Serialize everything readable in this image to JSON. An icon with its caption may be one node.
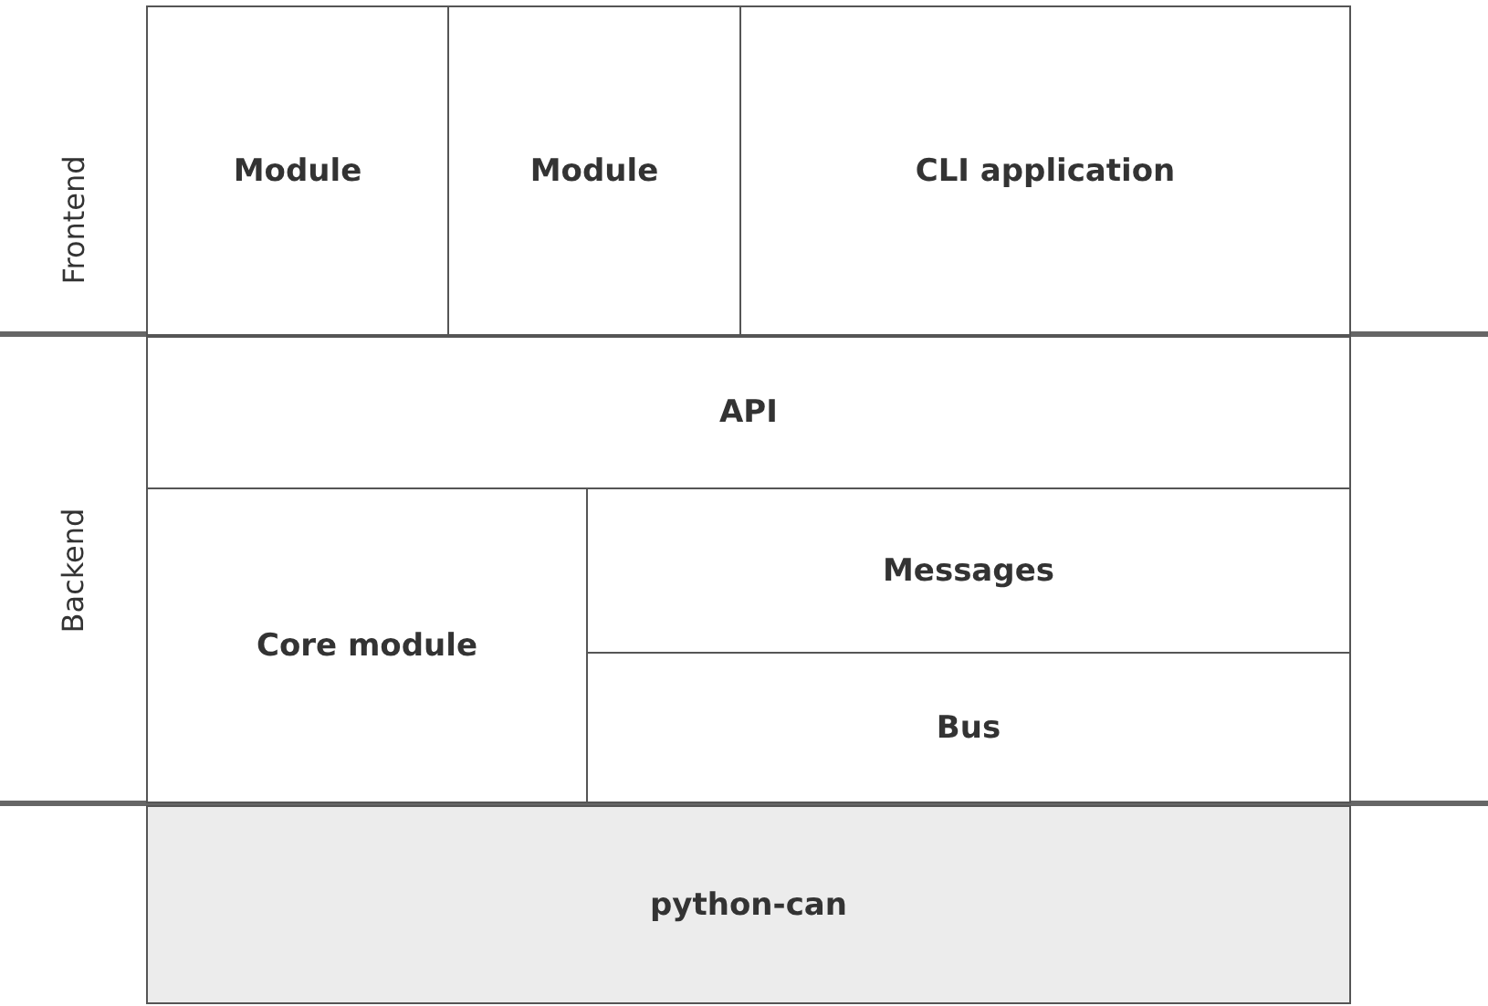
{
  "diagram": {
    "nodes": [
      {
        "text": [
          "Module"
        ]
      },
      {
        "text": [
          "Module"
        ]
      },
      {
        "text": [
          "CLI application"
        ]
      },
      {
        "text": [
          "API"
        ]
      },
      {
        "text": [
          "Core module"
        ]
      },
      {
        "text": [
          "Messages"
        ]
      },
      {
        "text": [
          "Bus"
        ]
      },
      {
        "text": [
          "python-can"
        ]
      }
    ],
    "labels": [
      "Frontend",
      "Backend"
    ]
  }
}
